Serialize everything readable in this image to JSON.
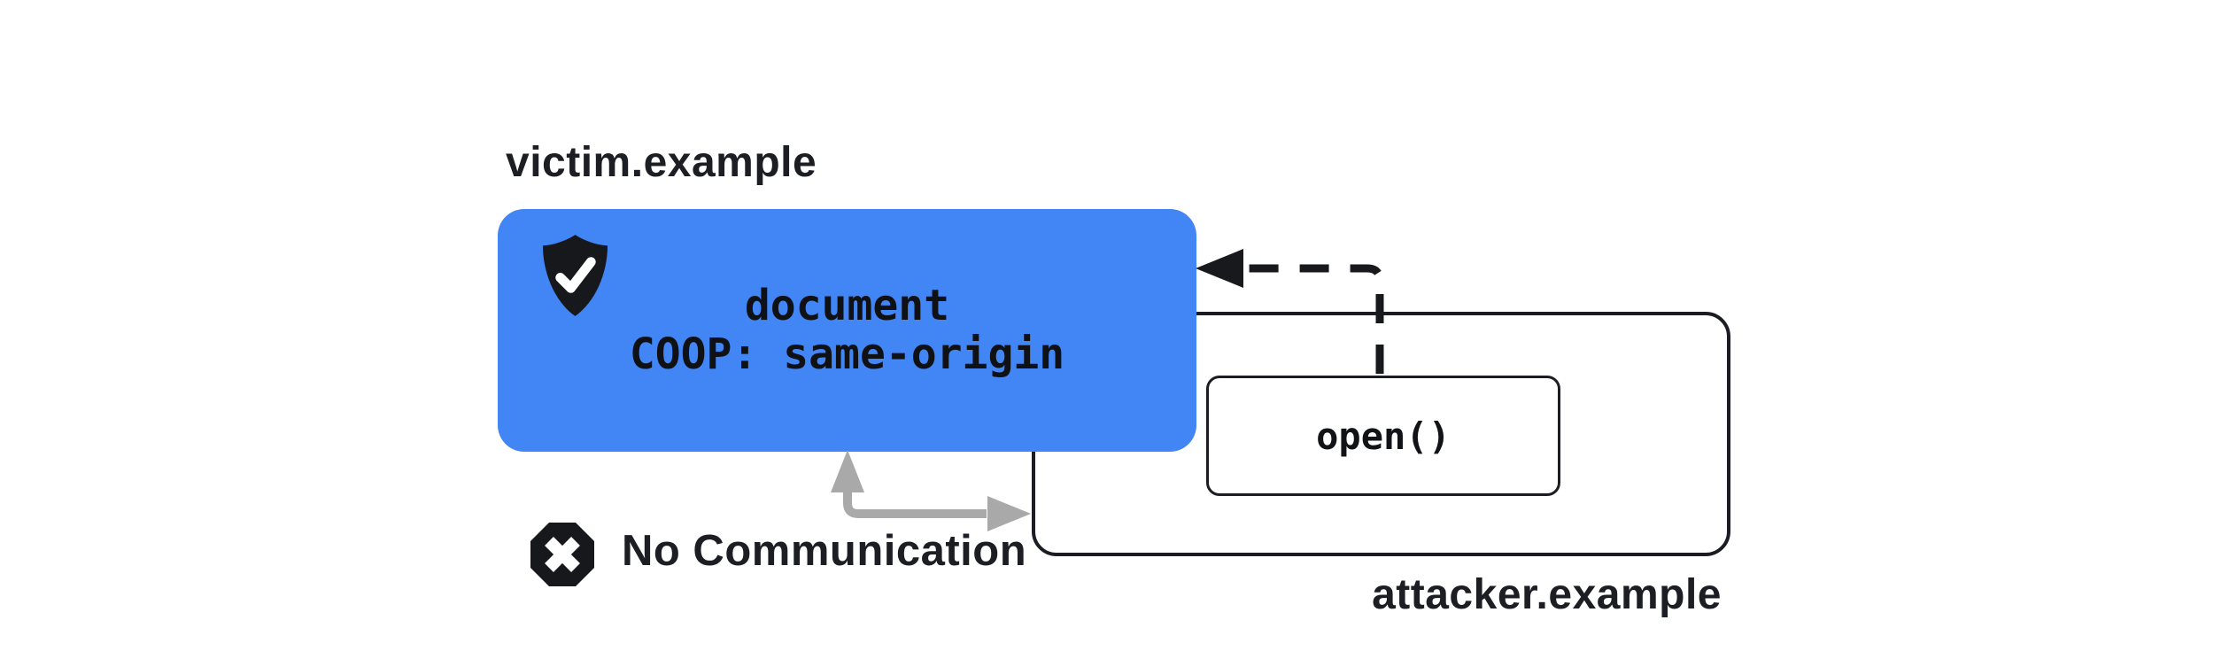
{
  "diagram": {
    "victim": {
      "domain_label": "victim.example",
      "box_line1": "document",
      "box_line2": "COOP: same-origin"
    },
    "attacker": {
      "domain_label": "attacker.example",
      "open_call_label": "open()"
    },
    "blocked_channel": {
      "label": "No Communication"
    },
    "icons": {
      "shield_check": "shield-check-icon",
      "blocked_x": "octagon-x-icon",
      "open_arrow": "dashed-left-arrow",
      "no_comm_arrow": "gray-elbow-double-arrow"
    },
    "colors": {
      "victim_box_blue": "#4285F4",
      "ink_black": "#1b1d22",
      "code_text": "#0f1114",
      "arrow_gray": "#A9A9A9",
      "background": "#FFFFFF"
    }
  }
}
